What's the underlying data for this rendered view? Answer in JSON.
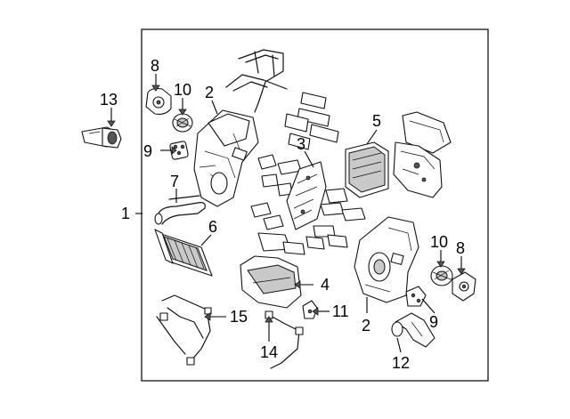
{
  "callouts": [
    {
      "key": "c1",
      "label": "1"
    },
    {
      "key": "c2a",
      "label": "2"
    },
    {
      "key": "c2b",
      "label": "2"
    },
    {
      "key": "c3",
      "label": "3"
    },
    {
      "key": "c4",
      "label": "4"
    },
    {
      "key": "c5",
      "label": "5"
    },
    {
      "key": "c6",
      "label": "6"
    },
    {
      "key": "c7",
      "label": "7"
    },
    {
      "key": "c8a",
      "label": "8"
    },
    {
      "key": "c8b",
      "label": "8"
    },
    {
      "key": "c9a",
      "label": "9"
    },
    {
      "key": "c9b",
      "label": "9"
    },
    {
      "key": "c10a",
      "label": "10"
    },
    {
      "key": "c10b",
      "label": "10"
    },
    {
      "key": "c11",
      "label": "11"
    },
    {
      "key": "c12",
      "label": "12"
    },
    {
      "key": "c13",
      "label": "13"
    },
    {
      "key": "c14",
      "label": "14"
    },
    {
      "key": "c15",
      "label": "15"
    }
  ],
  "colors": {
    "line": "#111111",
    "shade": "#c9c9c9",
    "background": "#ffffff"
  }
}
